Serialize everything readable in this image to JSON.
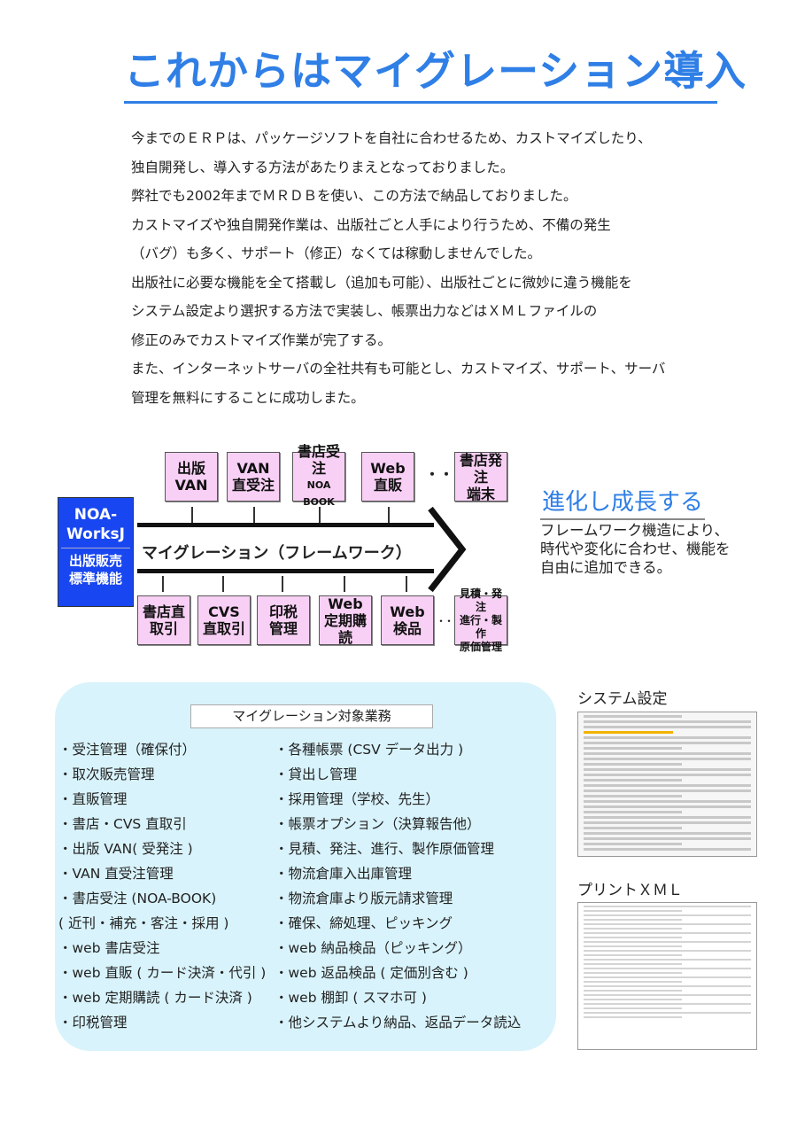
{
  "title": "これからはマイグレーション導入",
  "intro": [
    "今までのＥＲＰは、パッケージソフトを自社に合わせるため、カストマイズしたり、",
    "独自開発し、導入する方法があたりまえとなっておりました。",
    "弊社でも2002年までＭＲＤＢを使い、この方法で納品しておりました。",
    "カストマイズや独自開発作業は、出版社ごと人手により行うため、不備の発生",
    "（バグ）も多く、サポート（修正）なくては稼動しませんでした。",
    "出版社に必要な機能を全て搭載し（追加も可能）、出版社ごとに微妙に違う機能を",
    "システム設定より選択する方法で実装し、帳票出力などはＸＭＬファイルの",
    "修正のみでカストマイズ作業が完了する。",
    "また、インターネットサーバの全社共有も可能とし、カストマイズ、サポート、サーバ",
    "管理を無料にすることに成功しまた。"
  ],
  "diagram": {
    "core_top": "NOA-WorksJ",
    "core_bottom": "出版販売標準機能",
    "framework": "マイグレーション（フレームワーク）",
    "top": [
      [
        "出版",
        "VAN"
      ],
      [
        "VAN",
        "直受注"
      ],
      [
        "書店受注",
        "NOA BOOK"
      ],
      [
        "Web",
        "直販"
      ],
      [
        "書店発注",
        "端末"
      ]
    ],
    "bottom": [
      [
        "書店直",
        "取引"
      ],
      [
        "CVS",
        "直取引"
      ],
      [
        "印税",
        "管理"
      ],
      [
        "Web",
        "定期購読"
      ],
      [
        "Web",
        "検品"
      ],
      [
        "見積・発注",
        "進行・製作",
        "原価管理"
      ]
    ],
    "ellipsis": "・・",
    "heading": "進化し成長する",
    "desc": [
      "フレームワーク機造により、",
      "時代や変化に合わせ、機能を",
      "自由に追加できる。"
    ]
  },
  "list": {
    "heading": "マイグレーション対象業務",
    "left": [
      "・受注管理（確保付）",
      "・取次販売管理",
      "・直販管理",
      "・書店・CVS 直取引",
      "・出版 VAN( 受発注 )",
      "・VAN 直受注管理",
      "・書店受注 (NOA-BOOK)",
      "( 近刊・補充・客注・採用 )",
      "・web 書店受注",
      "・web 直販 ( カード決済・代引 )",
      "・web 定期購読 ( カード決済 )",
      "・印税管理"
    ],
    "right": [
      "・各種帳票 (CSV データ出力 )",
      "・貸出し管理",
      "・採用管理（学校、先生）",
      "・帳票オプション（決算報告他）",
      "・見積、発注、進行、製作原価管理",
      "・物流倉庫入出庫管理",
      "・物流倉庫より版元請求管理",
      "・確保、締処理、ピッキング",
      "・web 納品検品（ピッキング）",
      "・web 返品検品 ( 定価別含む )",
      "・web 棚卸 ( スマホ可 )",
      "・他システムより納品、返品データ読込"
    ]
  },
  "thumbs": {
    "system": "システム設定",
    "print": "プリントＸＭＬ"
  }
}
